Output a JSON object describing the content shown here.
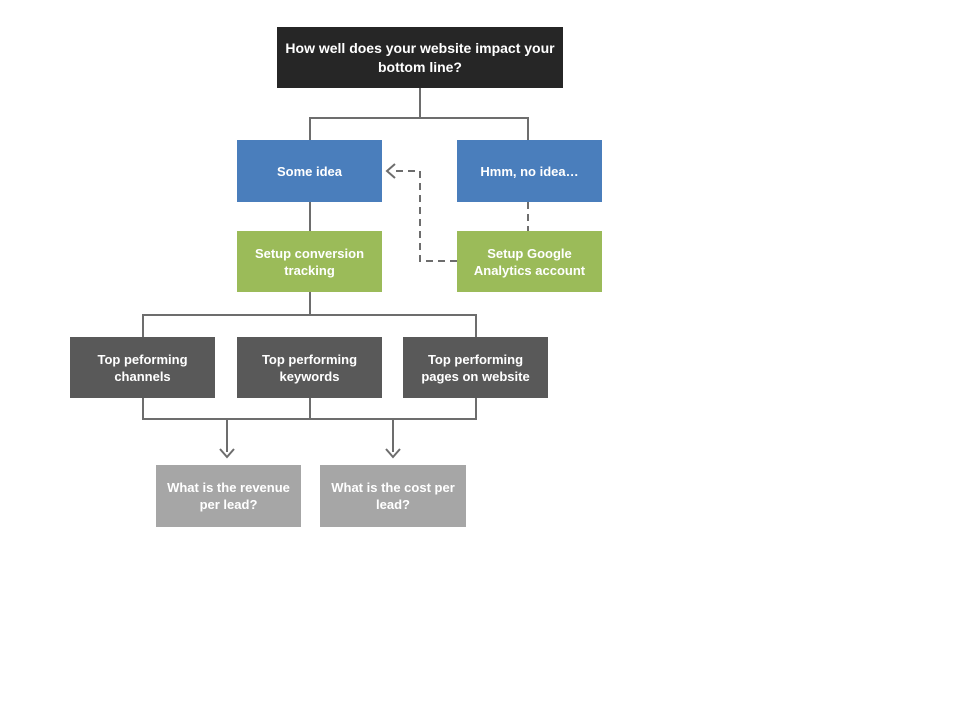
{
  "palette": {
    "background": "#ffffff",
    "dark": "#262626",
    "blue": "#4a7ebc",
    "green": "#9bbb59",
    "gray_dark": "#595959",
    "gray_light": "#a6a6a6",
    "line": "#6d6d6d",
    "text": "#ffffff"
  },
  "diagram": {
    "nodes": {
      "root": {
        "label": "How well does your website impact your bottom line?"
      },
      "some_idea": {
        "label": "Some idea"
      },
      "no_idea": {
        "label": "Hmm, no idea…"
      },
      "conversion_tracking": {
        "label": "Setup conversion tracking"
      },
      "google_analytics": {
        "label": "Setup Google Analytics account"
      },
      "top_channels": {
        "label": "Top peforming channels"
      },
      "top_keywords": {
        "label": "Top performing keywords"
      },
      "top_pages": {
        "label": "Top performing pages on website"
      },
      "revenue_per_lead": {
        "label": "What is the revenue per lead?"
      },
      "cost_per_lead": {
        "label": "What is the cost per lead?"
      }
    }
  }
}
